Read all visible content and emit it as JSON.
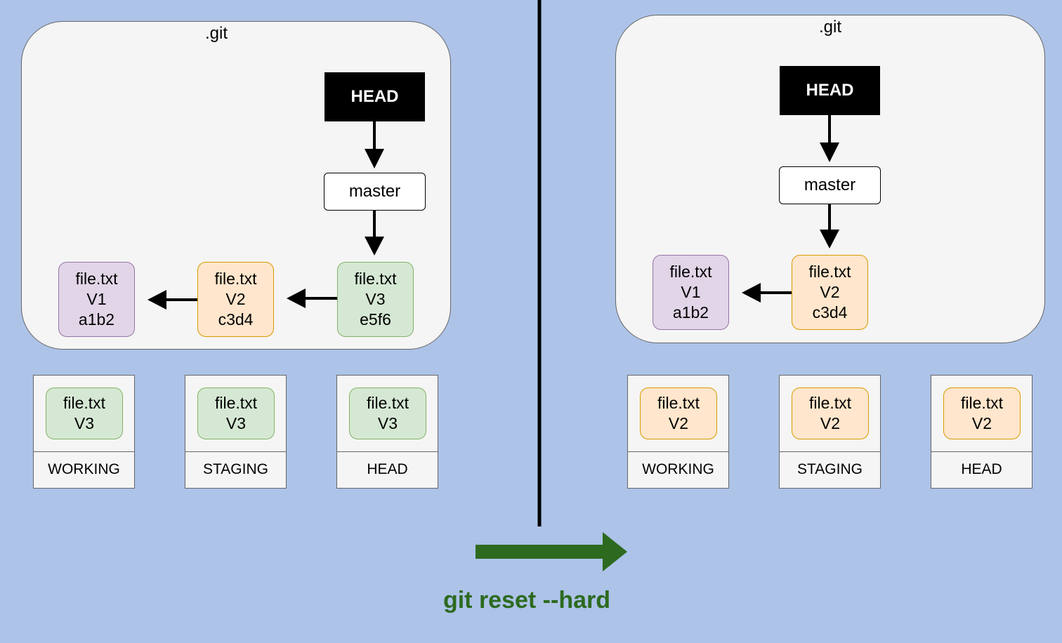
{
  "left": {
    "git_label": ".git",
    "head_label": "HEAD",
    "branch_label": "master",
    "commits": [
      {
        "file": "file.txt",
        "version": "V1",
        "hash": "a1b2",
        "color": "#e1d5e7"
      },
      {
        "file": "file.txt",
        "version": "V2",
        "hash": "c3d4",
        "color": "#ffe6cc"
      },
      {
        "file": "file.txt",
        "version": "V3",
        "hash": "e5f6",
        "color": "#d5e8d4"
      }
    ],
    "trees": [
      {
        "label": "WORKING",
        "file": "file.txt",
        "version": "V3"
      },
      {
        "label": "STAGING",
        "file": "file.txt",
        "version": "V3"
      },
      {
        "label": "HEAD",
        "file": "file.txt",
        "version": "V3"
      }
    ]
  },
  "right": {
    "git_label": ".git",
    "head_label": "HEAD",
    "branch_label": "master",
    "commits": [
      {
        "file": "file.txt",
        "version": "V1",
        "hash": "a1b2",
        "color": "#e1d5e7"
      },
      {
        "file": "file.txt",
        "version": "V2",
        "hash": "c3d4",
        "color": "#ffe6cc"
      }
    ],
    "trees": [
      {
        "label": "WORKING",
        "file": "file.txt",
        "version": "V2"
      },
      {
        "label": "STAGING",
        "file": "file.txt",
        "version": "V2"
      },
      {
        "label": "HEAD",
        "file": "file.txt",
        "version": "V2"
      }
    ]
  },
  "command": "git reset --hard",
  "colors": {
    "background": "#adc3e8",
    "command_arrow": "#2d6a1f"
  }
}
